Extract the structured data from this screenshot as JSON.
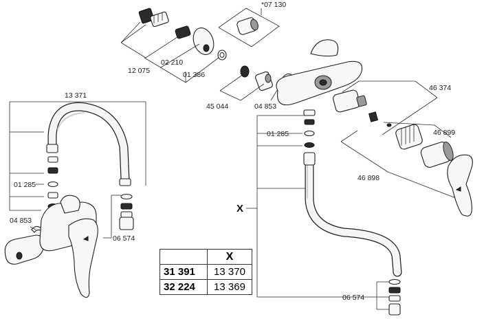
{
  "part_numbers": {
    "p07130": "*07 130",
    "p12075": "12 075",
    "p02210": "02 210",
    "p01386": "01 386",
    "p45044": "45 044",
    "p04853_right": "04 853",
    "p46374": "46 374",
    "p01285_right": "01 285",
    "p46899": "46 899",
    "p46898": "46 898",
    "p13371": "13 371",
    "p01285_left": "01 285",
    "p04853_left": "04 853",
    "p06574_left": "06 574",
    "p06574_right": "06 574"
  },
  "dimension_label": "X",
  "table": {
    "header": [
      "",
      "X"
    ],
    "rows": [
      [
        "31 391",
        "13 370"
      ],
      [
        "32 224",
        "13 369"
      ]
    ]
  }
}
